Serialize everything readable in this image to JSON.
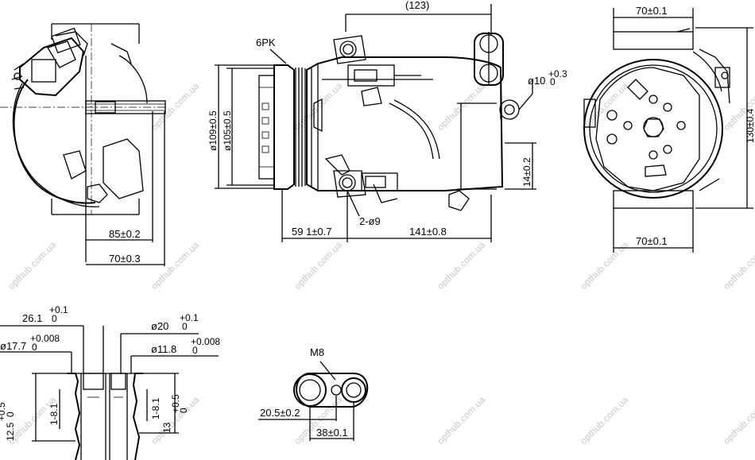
{
  "dimensions": {
    "overall_length": "(123)",
    "belt": "6PK",
    "pulley_dia_outer": "ø109±0.5",
    "pulley_dia_inner": "ø105±0.5",
    "port_hole": "ø10",
    "port_hole_tol_upper": "+0.3",
    "port_hole_tol_lower": "0",
    "mount_spacing": "14±0.2",
    "pulley_to_mount": "59 1±0.7",
    "body_length": "141±0.8",
    "mount_holes": "2-ø9",
    "top_width": "70±0.1",
    "bottom_width": "70±0.1",
    "height": "130±0.4",
    "left_85": "85±0.2",
    "left_70": "70±0.3",
    "port_26": "26.1",
    "port_26_tol_upper": "+0.1",
    "port_26_tol_lower": "0",
    "port_17": "ø17.7",
    "port_17_tol_upper": "+0.008",
    "port_17_tol_lower": "0",
    "port_20": "ø20",
    "port_20_tol_upper": "+0.1",
    "port_20_tol_lower": "0",
    "port_11": "ø11.8",
    "port_11_tol_upper": "+0.008",
    "port_11_tol_lower": "0",
    "depth_12": "12.5",
    "depth_12_tol_upper": "+0.5",
    "depth_12_tol_lower": "0",
    "depth_1_8a": "1-8.1",
    "depth_1_8b": "1-8.1",
    "depth_13": "13",
    "depth_13_tol_upper": "+0.5",
    "depth_13_tol_lower": "0",
    "thread": "M8",
    "port_spacing_20": "20.5±0.2",
    "port_spacing_38": "38±0.1"
  },
  "watermark": "opthub.com.ua"
}
